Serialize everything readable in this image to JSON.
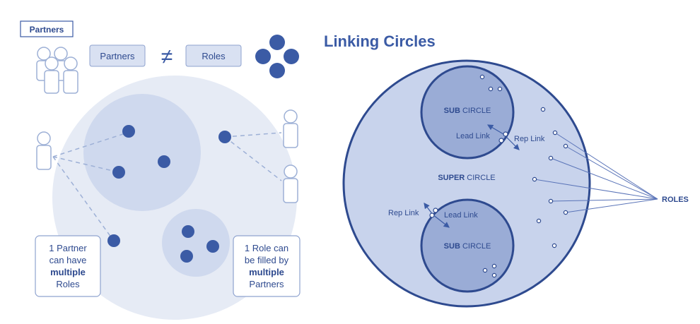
{
  "colors": {
    "accent": "#3B5BA5",
    "label_fill": "#D9E1F2",
    "big_circle_fill": "#E6EBF5",
    "role_circle_fill": "#CFD9EE",
    "super_circle_fill": "#C8D3EC",
    "sub_circle_fill": "#9AACD6",
    "dash": "#9DB0D6",
    "text": "#2E4A8F"
  },
  "left": {
    "tag": "Partners",
    "partners_label": "Partners",
    "not_equal": "≠",
    "roles_label": "Roles",
    "note_left": {
      "line1": "1 Partner",
      "line2": "can have",
      "line3": "multiple",
      "line4": "Roles"
    },
    "note_right": {
      "line1": "1 Role can",
      "line2": "be filled by",
      "line3": "multiple",
      "line4": "Partners"
    },
    "icons": {
      "group": "people-group-icon",
      "roles": "role-dots-icon",
      "person": "person-icon"
    }
  },
  "right": {
    "title": "Linking Circles",
    "super_circle": {
      "bold": "SUPER",
      "rest": " CIRCLE"
    },
    "sub_circle_top": {
      "bold": "SUB",
      "rest": " CIRCLE"
    },
    "sub_circle_bottom": {
      "bold": "SUB",
      "rest": " CIRCLE"
    },
    "lead_link_top": "Lead Link",
    "rep_link_top": "Rep Link",
    "rep_link_bottom": "Rep Link",
    "lead_link_bottom": "Lead Link",
    "roles_label": "ROLES"
  }
}
